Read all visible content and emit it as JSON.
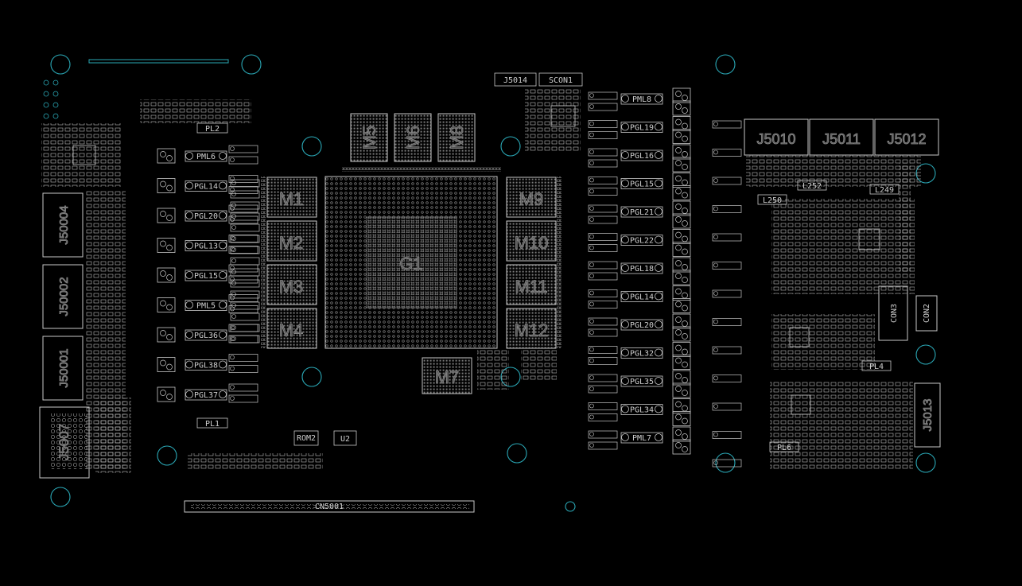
{
  "colors": {
    "background": "#000000",
    "outline": "#cfcfcf",
    "hole": "#2aa7b5",
    "fill": "#5a5a5a"
  },
  "gpu": {
    "label": "G1"
  },
  "memory": {
    "left": [
      "M1",
      "M2",
      "M3",
      "M4"
    ],
    "right": [
      "M9",
      "M10",
      "M11",
      "M12"
    ],
    "top": [
      "M5",
      "M6",
      "M8"
    ],
    "bottom": "M7"
  },
  "connectors": {
    "left": [
      "J50004",
      "J50002",
      "J50001",
      "J5007"
    ],
    "top_right": [
      "J5010",
      "J5011",
      "J5012"
    ],
    "right": "J5013",
    "top_small": [
      "J5014",
      "SCON1"
    ],
    "edge": "CN5001",
    "con2": "CON2"
  },
  "left_chokes": [
    "PML6",
    "PGL14",
    "PGL20",
    "PGL13",
    "PGL15",
    "PML5",
    "PGL36",
    "PGL38",
    "PGL37"
  ],
  "left_extra": [
    "PL2",
    "PL1"
  ],
  "right_chokes": [
    "PML8",
    "PGL19",
    "PGL16",
    "PGL15",
    "PGL21",
    "PGL22",
    "PGL18",
    "PGL14",
    "PGL20",
    "PGL32",
    "PGL35",
    "PGL34",
    "PML7"
  ],
  "right_misc": {
    "l252": "L252",
    "l250": "L250",
    "l249": "L249",
    "pl4": "PL4",
    "pl6": "PL6",
    "u2": "U2",
    "rom2": "ROM2",
    "con3": "CON3"
  }
}
